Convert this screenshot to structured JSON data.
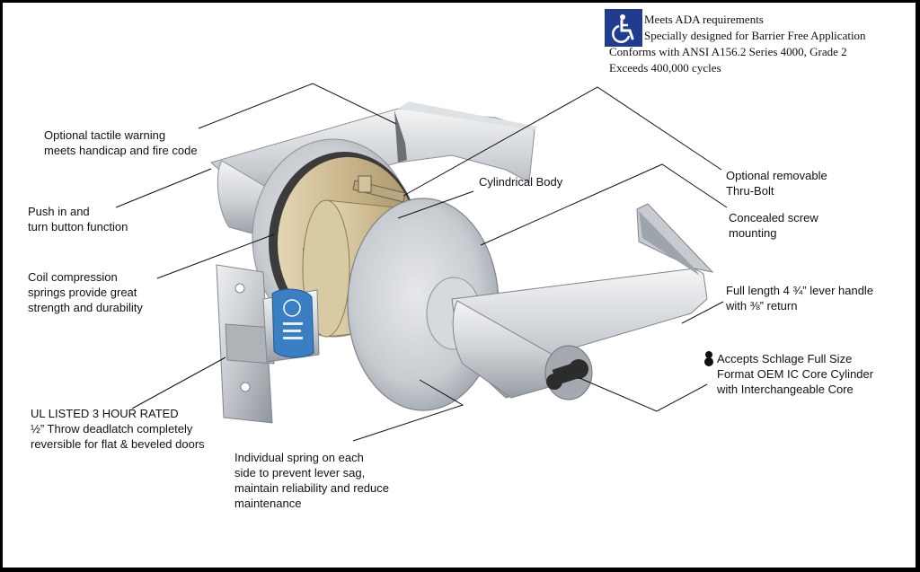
{
  "ada": {
    "icon": "wheelchair-accessibility-icon",
    "icon_color": "#1f3c8f",
    "line1": "Meets ADA requirements",
    "line2": "Specially designed for Barrier Free Application",
    "line3": "Conforms with ANSI A156.2 Series 4000, Grade 2",
    "line4": "Exceeds 400,000 cycles"
  },
  "callouts": {
    "tactile_1": "Optional tactile warning",
    "tactile_2": "meets handicap and fire code",
    "push_1": "Push in and",
    "push_2": "turn button function",
    "coil_1": "Coil compression",
    "coil_2": "springs provide great",
    "coil_3": "strength and durability",
    "ul_1": "UL LISTED 3 HOUR RATED",
    "ul_2": "½” Throw deadlatch completely",
    "ul_3": "reversible for flat & beveled doors",
    "spring_1": "Individual spring on each",
    "spring_2": "side to prevent lever sag,",
    "spring_3": "maintain reliability and reduce",
    "spring_4": "maintenance",
    "body": "Cylindrical Body",
    "thru_1": "Optional removable",
    "thru_2": "Thru-Bolt",
    "screw_1": "Concealed screw",
    "screw_2": "mounting",
    "lever_1": "Full length 4 ¾” lever handle",
    "lever_2": "with ⅜” return",
    "core_1": "Accepts Schlage Full Size",
    "core_2": "Format OEM IC Core Cylinder",
    "core_3": "with Interchangeable Core"
  },
  "colors": {
    "steel": "#c9ccd0",
    "brass": "#c9b58a",
    "ul_label": "#3a7fc4"
  }
}
